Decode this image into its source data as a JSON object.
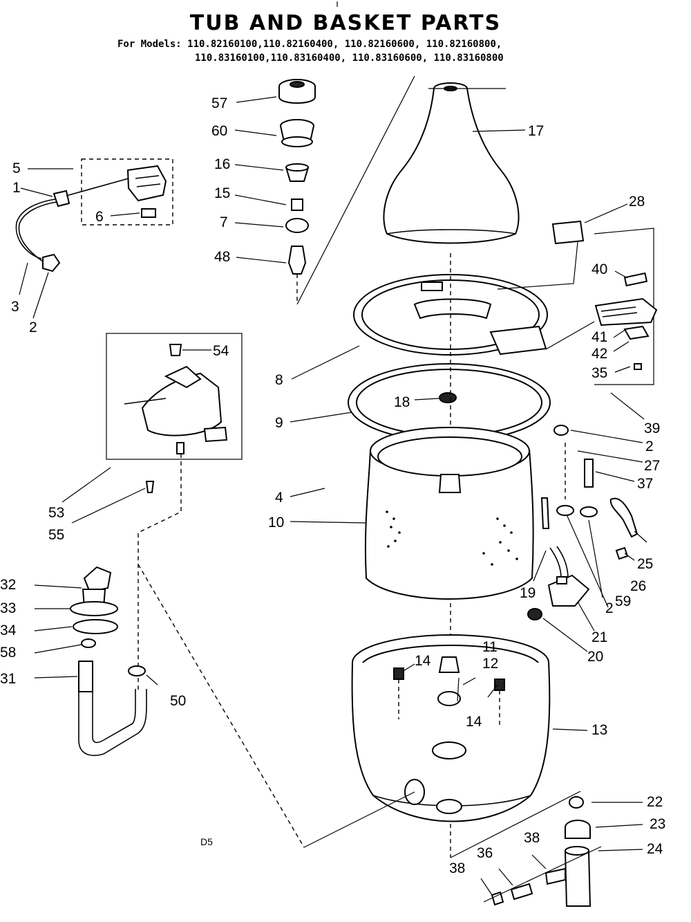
{
  "title": "TUB AND BASKET PARTS",
  "models_line1": "For Models: 110.82160100,110.82160400, 110.82160600, 110.82160800,",
  "models_line2": "110.83160100,110.83160400, 110.83160600, 110.83160800",
  "page_marker": "D5",
  "callouts": [
    "57",
    "60",
    "16",
    "15",
    "7",
    "48",
    "17",
    "28",
    "40",
    "41",
    "42",
    "35",
    "39",
    "2",
    "27",
    "37",
    "5",
    "1",
    "6",
    "3",
    "54",
    "53",
    "55",
    "8",
    "9",
    "18",
    "4",
    "10",
    "19",
    "59",
    "26",
    "25",
    "21",
    "20",
    "32",
    "33",
    "34",
    "58",
    "31",
    "50",
    "14",
    "11",
    "12",
    "13",
    "22",
    "23",
    "24",
    "38",
    "36"
  ]
}
